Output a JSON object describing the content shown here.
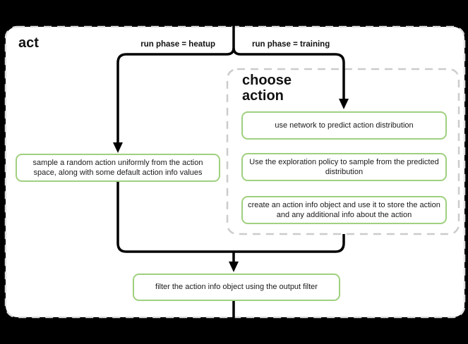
{
  "diagram": {
    "outer_group_title": "act",
    "inner_group_title": "choose action",
    "branch_labels": {
      "heatup": "run phase = heatup",
      "training": "run phase = training"
    },
    "nodes": {
      "sample_random_action": "sample a random action uniformly from the action space, along with some default action info values",
      "use_network": "use network to predict action distribution",
      "exploration_policy": "Use the exploration policy to sample from the predicted distribution",
      "create_action_info": "create an action info object and use it to store the action and any additional info about the action",
      "filter_output": "filter the action info object using the output filter"
    },
    "colors": {
      "background": "#000000",
      "canvas_fill": "#ffffff",
      "outer_group_border": "#e0e0e0",
      "inner_group_border": "#cccccc",
      "node_border": "#9fd07f",
      "arrow": "#000000",
      "text": "#111111"
    }
  }
}
